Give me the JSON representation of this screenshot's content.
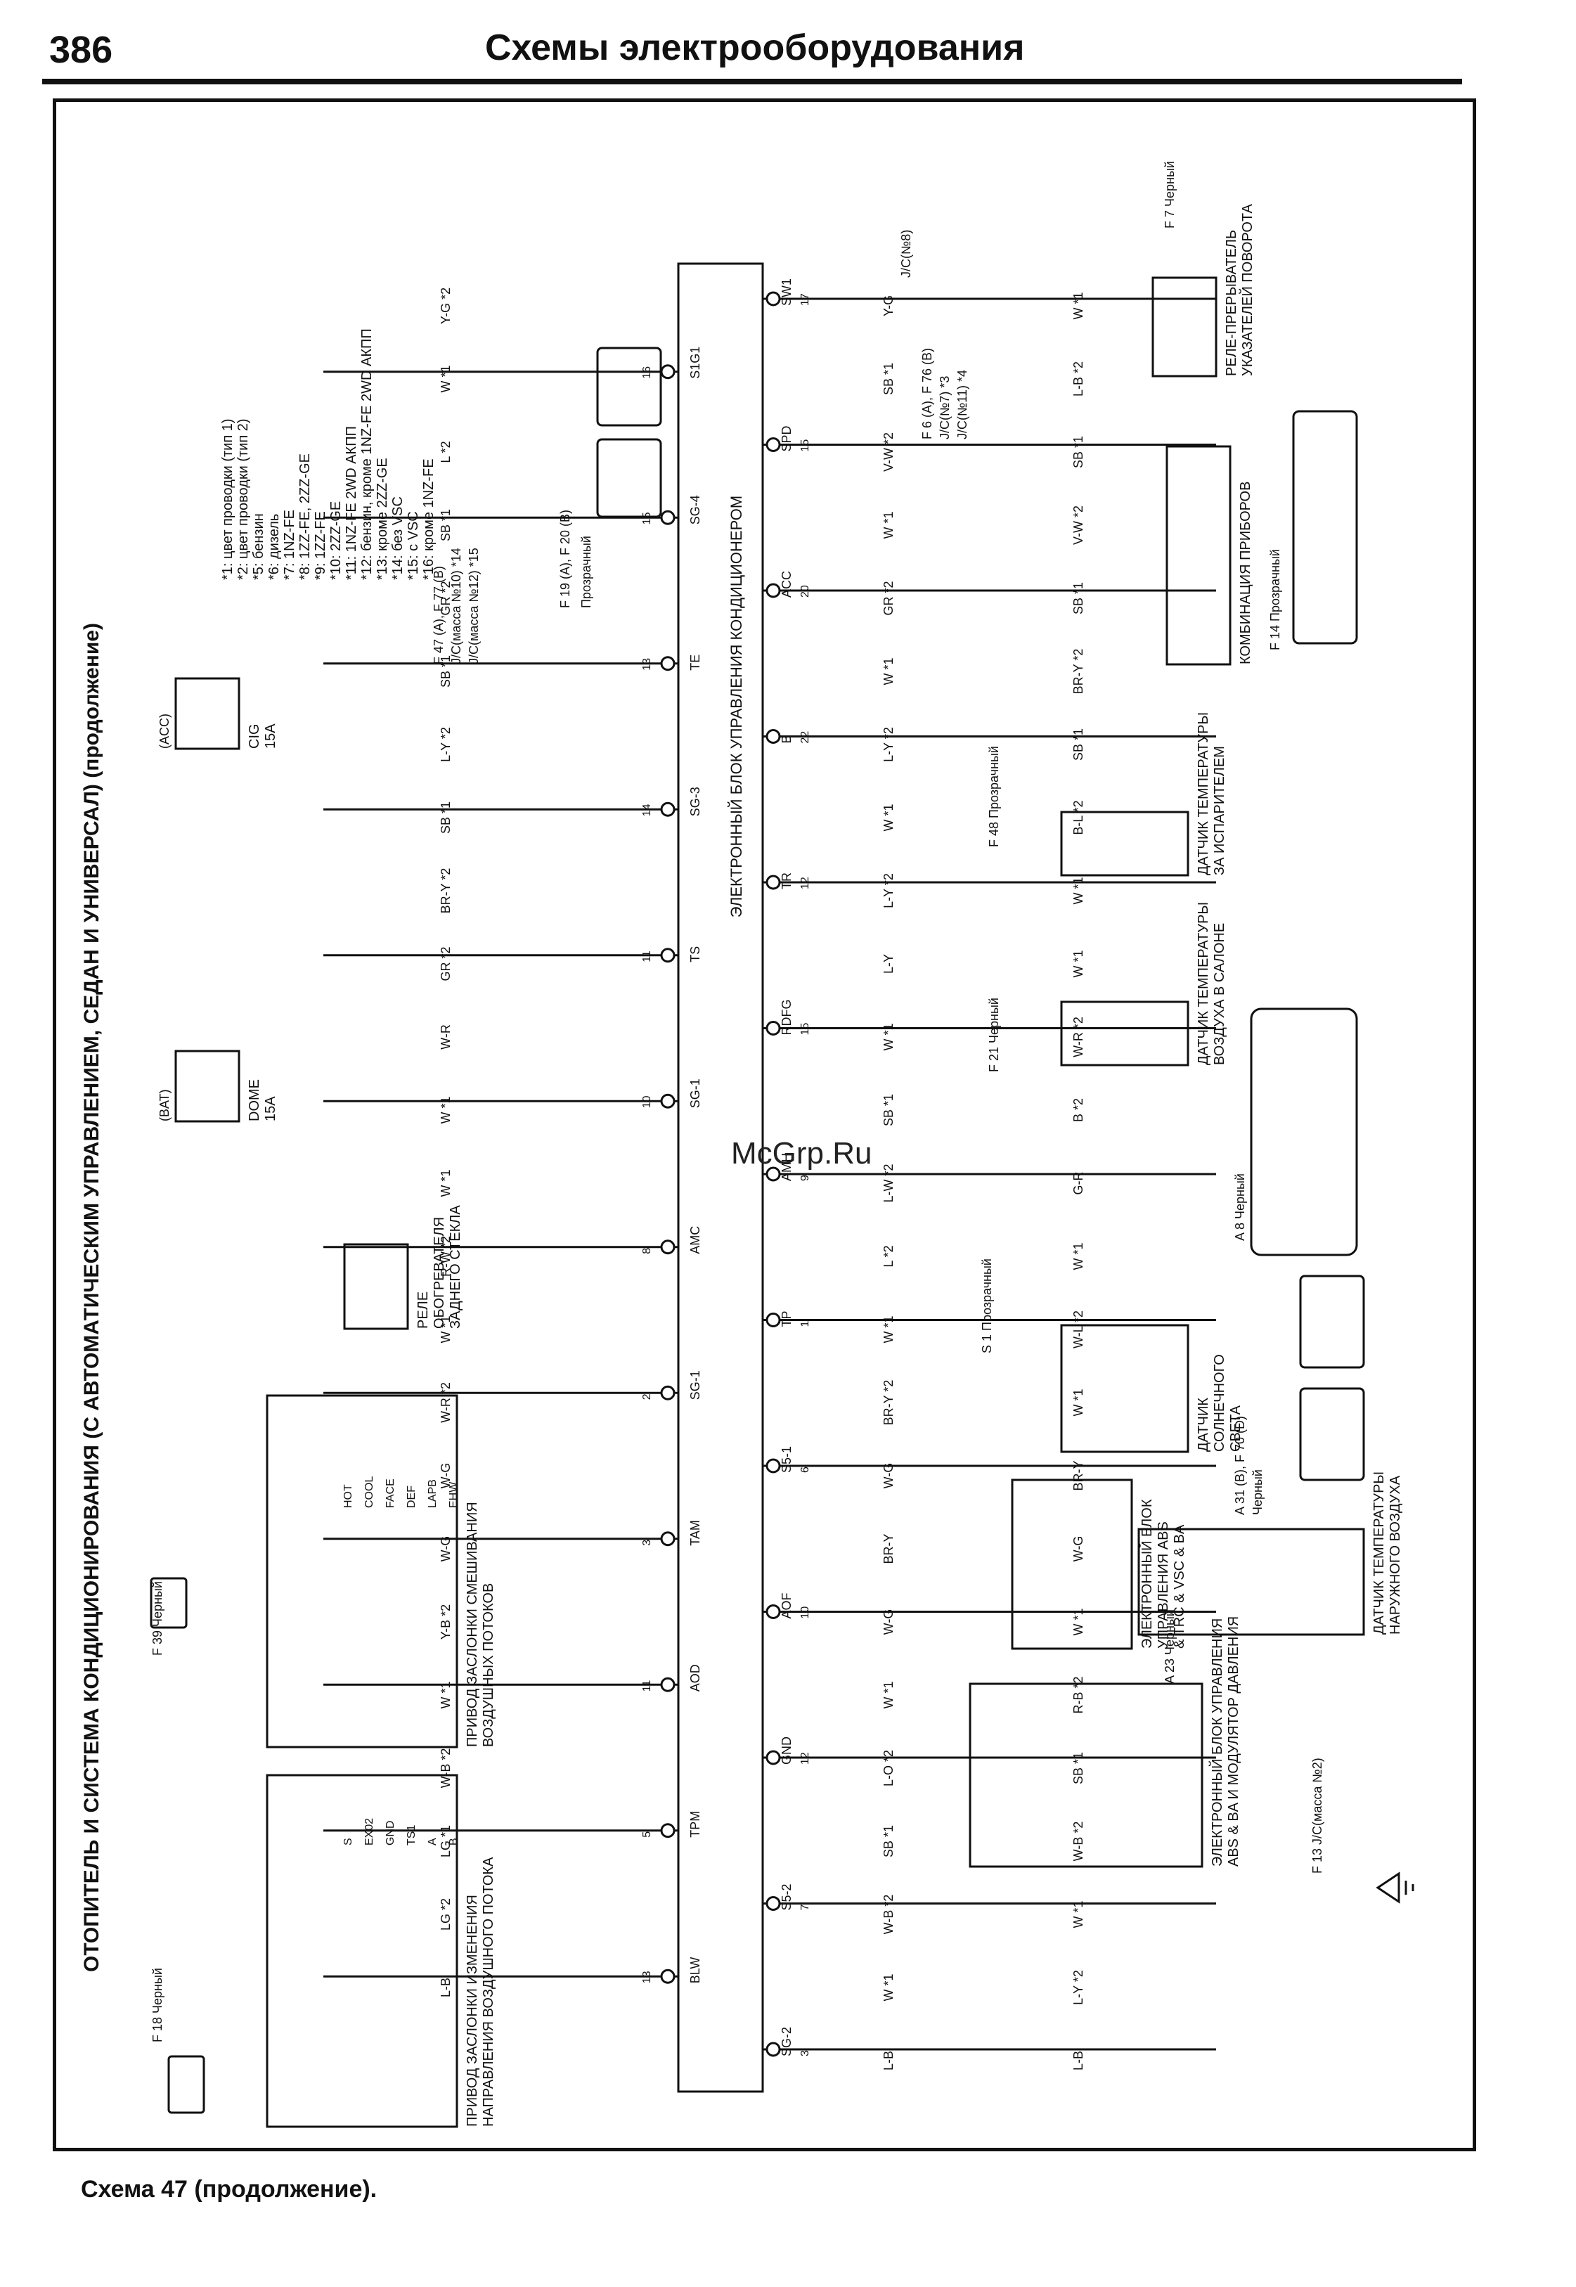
{
  "header": {
    "page_number": "386",
    "title": "Схемы электрооборудования"
  },
  "caption": "Схема 47 (продолжение).",
  "diagram": {
    "title": "ОТОПИТЕЛЬ И СИСТЕМА КОНДИЦИОНИРОВАНИЯ (С АВТОМАТИЧЕСКИМ УПРАВЛЕНИЕМ, СЕДАН И УНИВЕРСАЛ)  (продолжение)",
    "ecu_label": "ЭЛЕКТРОННЫЙ БЛОК УПРАВЛЕНИЯ КОНДИЦИОНЕРОМ",
    "watermark": "McGrp.Ru",
    "notes": [
      "*1: цвет проводки (тип 1)",
      "*2: цвет проводки (тип 2)",
      "*5: бензин",
      "*6: дизель",
      "*7: 1NZ-FE",
      "*8: 1ZZ-FE, 2ZZ-GE",
      "*9: 1ZZ-FE",
      "*10: 2ZZ-GE",
      "*11: 1NZ-FE 2WD АКПП",
      "*12: бензин, кроме 1NZ-FE 2WD АКПП",
      "*13: кроме 2ZZ-GE",
      "*14: без VSC",
      "*15: с VSC",
      "*16: кроме 1NZ-FE"
    ],
    "ecu_pins": [
      {
        "name": "SW1",
        "num": "17"
      },
      {
        "name": "S1G1",
        "num": "16"
      },
      {
        "name": "SPD",
        "num": "15"
      },
      {
        "name": "SG-4",
        "num": "15"
      },
      {
        "name": "ACC",
        "num": "20"
      },
      {
        "name": "TE",
        "num": "13"
      },
      {
        "name": "B",
        "num": "22"
      },
      {
        "name": "SG-3",
        "num": "14"
      },
      {
        "name": "TR",
        "num": "12"
      },
      {
        "name": "TS",
        "num": "11"
      },
      {
        "name": "RDFG",
        "num": "15"
      },
      {
        "name": "SG-1",
        "num": "10"
      },
      {
        "name": "AMH",
        "num": "9"
      },
      {
        "name": "AMC",
        "num": "8"
      },
      {
        "name": "TP",
        "num": "1"
      },
      {
        "name": "SG-1",
        "num": "2"
      },
      {
        "name": "S5-1",
        "num": "6"
      },
      {
        "name": "TAM",
        "num": "3"
      },
      {
        "name": "AOF",
        "num": "10"
      },
      {
        "name": "AOD",
        "num": "11"
      },
      {
        "name": "GND",
        "num": "12"
      },
      {
        "name": "TPM",
        "num": "5"
      },
      {
        "name": "S5-2",
        "num": "7"
      },
      {
        "name": "BLW",
        "num": "13"
      },
      {
        "name": "SG-2",
        "num": "3"
      }
    ],
    "wire_labels": [
      {
        "text": "Y-G"
      },
      {
        "text": "W  *1"
      },
      {
        "text": "Y-G  *2"
      },
      {
        "text": "SB  *1"
      },
      {
        "text": "L-B  *2"
      },
      {
        "text": "W  *1"
      },
      {
        "text": "V-W  *2"
      },
      {
        "text": "SB  *1"
      },
      {
        "text": "L  *2"
      },
      {
        "text": "W  *1"
      },
      {
        "text": "V-W  *2"
      },
      {
        "text": "SB  *1"
      },
      {
        "text": "GR  *2"
      },
      {
        "text": "SB  *1"
      },
      {
        "text": "GR  *2"
      },
      {
        "text": "W  *1"
      },
      {
        "text": "BR-Y  *2"
      },
      {
        "text": "SB  *1"
      },
      {
        "text": "L-Y  *2"
      },
      {
        "text": "SB  *1"
      },
      {
        "text": "L-Y  *2"
      },
      {
        "text": "W  *1"
      },
      {
        "text": "B-L  *2"
      },
      {
        "text": "SB  *1"
      },
      {
        "text": "L-Y  *2"
      },
      {
        "text": "W  *1"
      },
      {
        "text": "BR-Y  *2"
      },
      {
        "text": "L-Y"
      },
      {
        "text": "W  *1"
      },
      {
        "text": "GR  *2"
      },
      {
        "text": "W  *1"
      },
      {
        "text": "W-R  *2"
      },
      {
        "text": "W-R"
      },
      {
        "text": "SB  *1"
      },
      {
        "text": "B  *2"
      },
      {
        "text": "W  *1"
      },
      {
        "text": "L-W  *2"
      },
      {
        "text": "G-R"
      },
      {
        "text": "W  *1"
      },
      {
        "text": "L  *2"
      },
      {
        "text": "W  *1"
      },
      {
        "text": "R-W  *2"
      },
      {
        "text": "W  *1"
      },
      {
        "text": "W-L  *2"
      },
      {
        "text": "W  *1"
      },
      {
        "text": "BR-Y  *2"
      },
      {
        "text": "W  *1"
      },
      {
        "text": "W-R  *2"
      },
      {
        "text": "W-G"
      },
      {
        "text": "BR-Y"
      },
      {
        "text": "W-G"
      },
      {
        "text": "BR-Y"
      },
      {
        "text": "W-G"
      },
      {
        "text": "W-G"
      },
      {
        "text": "W-G"
      },
      {
        "text": "W  *1"
      },
      {
        "text": "Y-B  *2"
      },
      {
        "text": "W  *1"
      },
      {
        "text": "R-B  *2"
      },
      {
        "text": "W  *1"
      },
      {
        "text": "L-O  *2"
      },
      {
        "text": "SB  *1"
      },
      {
        "text": "W-B  *2"
      },
      {
        "text": "SB  *1"
      },
      {
        "text": "W-B  *2"
      },
      {
        "text": "LG  *1"
      },
      {
        "text": "W-B  *2"
      },
      {
        "text": "W  *1"
      },
      {
        "text": "LG  *2"
      },
      {
        "text": "W  *1"
      },
      {
        "text": "L-Y  *2"
      },
      {
        "text": "L-B"
      },
      {
        "text": "L-B"
      },
      {
        "text": "L-B"
      }
    ],
    "components": [
      {
        "label": "CIG\n15A",
        "sub": "(ACC)"
      },
      {
        "label": "DOME\n15A",
        "sub": "(BAT)"
      },
      {
        "label": "РЕЛЕ\nОБОГРЕВАТЕЛЯ\nЗАДНЕГО СТЕКЛА"
      },
      {
        "label": "ПРИВОД ЗАСЛОНКИ СМЕШИВАНИЯ\nВОЗДУШНЫХ ПОТОКОВ"
      },
      {
        "label": "ПРИВОД ЗАСЛОНКИ ИЗМЕНЕНИЯ\nНАПРАВЛЕНИЯ ВОЗДУШНОГО ПОТОКА"
      },
      {
        "label": "РЕЛЕ-ПРЕРЫВАТЕЛЬ\nУКАЗАТЕЛЕЙ ПОВОРОТА"
      },
      {
        "label": "КОМБИНАЦИЯ ПРИБОРОВ"
      },
      {
        "label": "ДАТЧИК ТЕМПЕРАТУРЫ\nЗА ИСПАРИТЕЛЕМ"
      },
      {
        "label": "ДАТЧИК ТЕМПЕРАТУРЫ\nВОЗДУХА В САЛОНЕ"
      },
      {
        "label": "ДАТЧИК\nСОЛНЕЧНОГО\nСВЕТА"
      },
      {
        "label": "ДАТЧИК ТЕМПЕРАТУРЫ\nНАРУЖНОГО ВОЗДУХА"
      },
      {
        "label": "ЭЛЕКТРОННЫЙ БЛОК\nУПРАВЛЕНИЯ ABS\n& TRC & VSC & BA"
      },
      {
        "label": "ЭЛЕКТРОННЫЙ БЛОК УПРАВЛЕНИЯ\nABS & BA И МОДУЛЯТОР ДАВЛЕНИЯ"
      }
    ],
    "connector_notes": [
      "F 47 (A), F 77 (B)",
      "J/C(масса №10) *14",
      "J/C(масса №12) *15",
      "F 19 (A), F 20 (B)",
      "Прозрачный",
      "F 6 (A), F 76 (B)",
      "J/C(№7) *3",
      "J/C(№11) *4",
      "J/C(№8)",
      "F 7 Черный",
      "F 14 Прозрачный",
      "F 48 Прозрачный",
      "F 21 Черный",
      "A 8 Черный",
      "S 1 Прозрачный",
      "A 31 (B), F 70 (D)",
      "Черный",
      "F 39 Черный",
      "F 18 Черный",
      "A 23 Черный",
      "F 13 J/C(масса №2)"
    ],
    "misc_terms": [
      "HOT",
      "COOL",
      "FACE",
      "DEF",
      "LAPB",
      "EHW",
      "S",
      "EX02",
      "GND",
      "TS1",
      "A",
      "B"
    ]
  }
}
